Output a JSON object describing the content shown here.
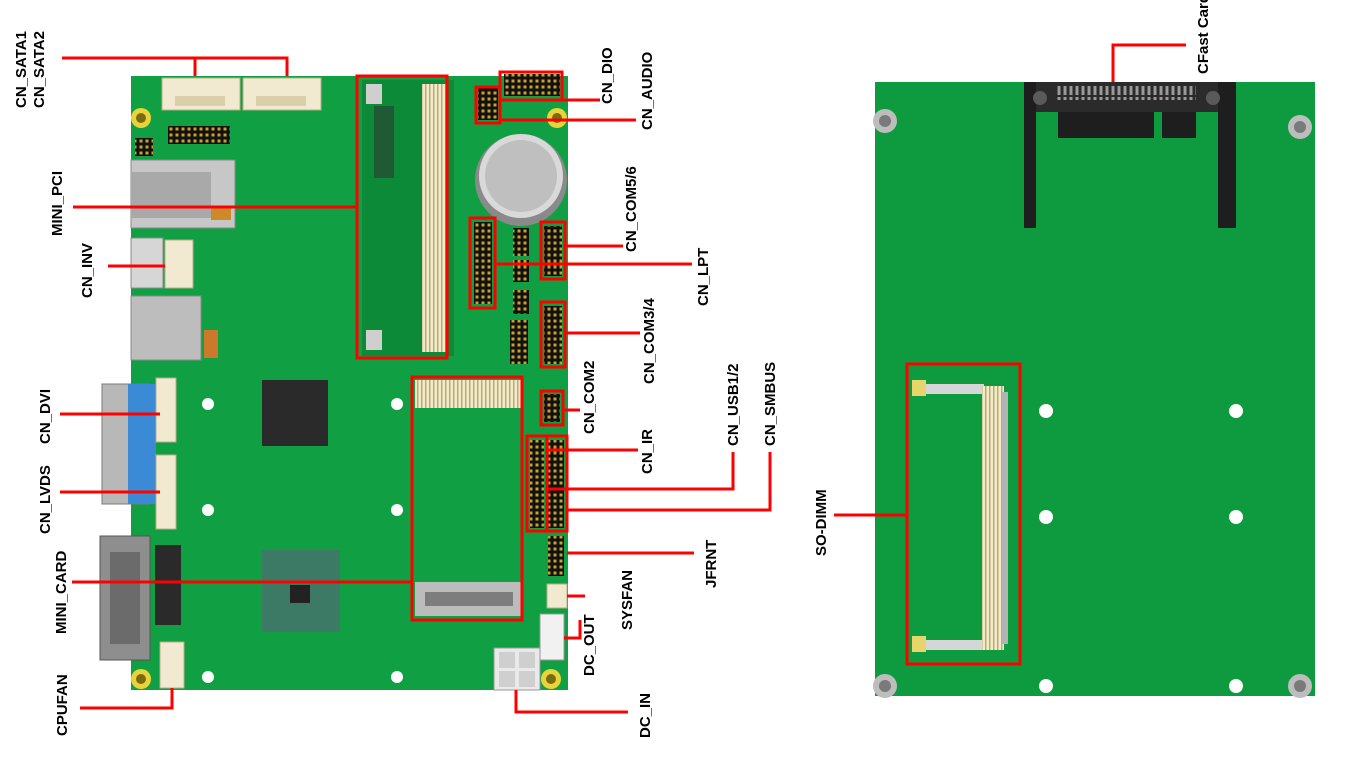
{
  "board_colors": {
    "pcb": "#10a043",
    "pcb_right": "#0e9a3e",
    "callout": "#ff0000",
    "slot": "#f3eac8"
  },
  "labels": {
    "cn_sata1": "CN_SATA1",
    "cn_sata2": "CN_SATA2",
    "mini_pci": "MINI_PCI",
    "cn_inv": "CN_INV",
    "cn_dvi": "CN_DVI",
    "cn_lvds": "CN_LVDS",
    "mini_card": "MINI_CARD",
    "cpufan": "CPUFAN",
    "cn_dio": "CN_DIO",
    "cn_audio": "CN_AUDIO",
    "cn_com56": "CN_COM5/6",
    "cn_lpt": "CN_LPT",
    "cn_com34": "CN_COM3/4",
    "cn_com2": "CN_COM2",
    "cn_ir": "CN_IR",
    "cn_usb12": "CN_USB1/2",
    "cn_smbus": "CN_SMBUS",
    "jfrnt": "JFRNT",
    "sysfan": "SYSFAN",
    "dc_out": "DC_OUT",
    "dc_in": "DC_IN",
    "cfast": "CFast Card",
    "so_dimm": "SO-DIMM"
  }
}
